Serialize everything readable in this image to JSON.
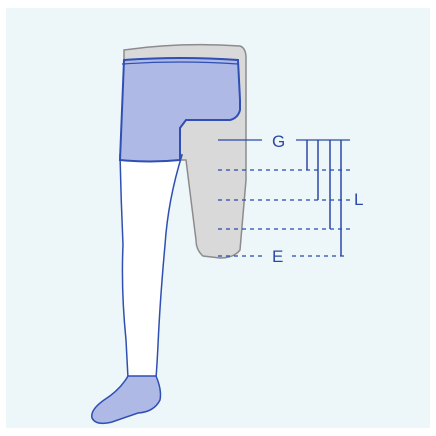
{
  "colors": {
    "background": "#edf6f8",
    "line_blue": "#2a49a6",
    "shorts_fill": "#aeb9e6",
    "shorts_stroke": "#2f4fb3",
    "prosthesis_fill": "#d9d9d9",
    "prosthesis_stroke": "#8c8c8c",
    "leg_fill": "#ffffff"
  },
  "labels": {
    "g": "G",
    "l": "L",
    "e": "E"
  }
}
